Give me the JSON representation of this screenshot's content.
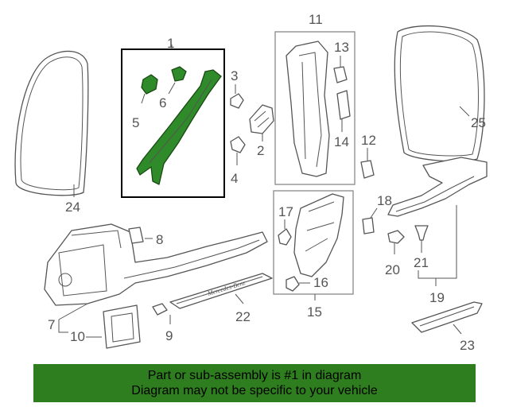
{
  "diagram": {
    "callouts": {
      "c1": "1",
      "c2": "2",
      "c3": "3",
      "c4": "4",
      "c5": "5",
      "c6": "6",
      "c7": "7",
      "c8": "8",
      "c9": "9",
      "c10": "10",
      "c11": "11",
      "c12": "12",
      "c13": "13",
      "c14": "14",
      "c15": "15",
      "c16": "16",
      "c17": "17",
      "c18": "18",
      "c19": "19",
      "c20": "20",
      "c21": "21",
      "c22": "22",
      "c23": "23",
      "c24": "24",
      "c25": "25"
    },
    "sill_brand_text": "Mercedes-Benz",
    "highlight_color": "#2f8a2a"
  },
  "banner": {
    "line1": "Part or sub-assembly is #1 in diagram",
    "line2": "Diagram may not be specific to your vehicle",
    "background": "#2e7d1e"
  }
}
